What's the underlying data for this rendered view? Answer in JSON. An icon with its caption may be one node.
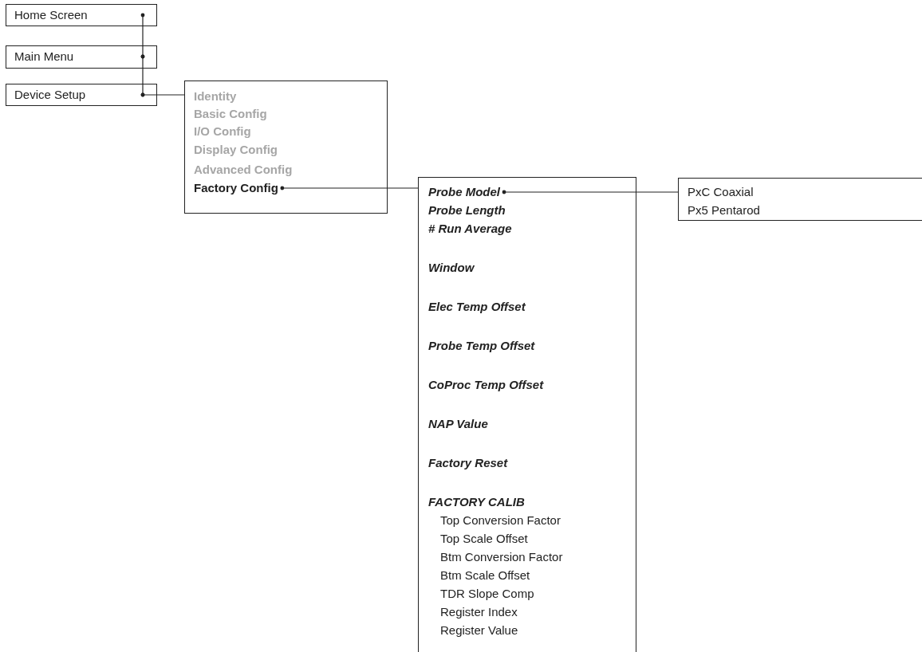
{
  "diagram": {
    "nodes": [
      {
        "text": [
          "Home Screen"
        ]
      },
      {
        "text": [
          "Main Menu"
        ]
      },
      {
        "text": [
          "Device Setup"
        ]
      },
      {
        "text": [],
        "shape": "box"
      },
      {
        "text": [
          "Identity"
        ],
        "in": 3
      },
      {
        "text": [
          "Basic Config"
        ],
        "in": 3
      },
      {
        "text": [
          "I/O Config"
        ],
        "in": 3
      },
      {
        "text": [
          "Display Config"
        ],
        "in": 3
      },
      {
        "text": [
          "Advanced Config"
        ],
        "in": 3
      },
      {
        "text": [
          "Factory Config"
        ],
        "in": 3
      },
      {
        "text": [],
        "shape": "box"
      },
      {
        "text": [
          "Probe Model"
        ],
        "in": 10
      },
      {
        "text": [
          "Probe Length"
        ],
        "in": 10
      },
      {
        "text": [
          "# Run Average"
        ],
        "in": 10
      },
      {
        "text": [
          "Window"
        ],
        "in": 10
      },
      {
        "text": [
          "Elec Temp Offset"
        ],
        "in": 10
      },
      {
        "text": [
          "Probe Temp Offset"
        ],
        "in": 10
      },
      {
        "text": [
          "CoProc Temp Offset"
        ],
        "in": 10
      },
      {
        "text": [
          "NAP Value"
        ],
        "in": 10
      },
      {
        "text": [
          "Factory Reset"
        ],
        "in": 10
      },
      {
        "text": [
          "FACTORY CALIB"
        ],
        "in": 10
      },
      {
        "text": [
          "Top Conversion Factor"
        ],
        "in": 10
      },
      {
        "text": [
          "Top Scale Offset"
        ],
        "in": 10
      },
      {
        "text": [
          "Btm Conversion Factor"
        ],
        "in": 10
      },
      {
        "text": [
          "Btm Scale Offset"
        ],
        "in": 10
      },
      {
        "text": [
          "TDR Slope Comp"
        ],
        "in": 10
      },
      {
        "text": [
          "Register Index"
        ],
        "in": 10
      },
      {
        "text": [
          "Register Value"
        ],
        "in": 10
      },
      {
        "text": [],
        "shape": "box"
      },
      {
        "text": [
          "PxC Coaxial"
        ],
        "in": 28
      },
      {
        "text": [
          "Px5 Pentarod"
        ],
        "in": 28
      }
    ],
    "edges": [
      {
        "from": 0,
        "to": 1,
        "arrow": "other"
      },
      {
        "from": 1,
        "to": 2,
        "arrow": "other"
      },
      {
        "from": 2,
        "to": 3,
        "arrow": "other"
      },
      {
        "from": 9,
        "to": 10,
        "arrow": "other"
      },
      {
        "from": 11,
        "to": 28,
        "arrow": "other"
      }
    ]
  }
}
